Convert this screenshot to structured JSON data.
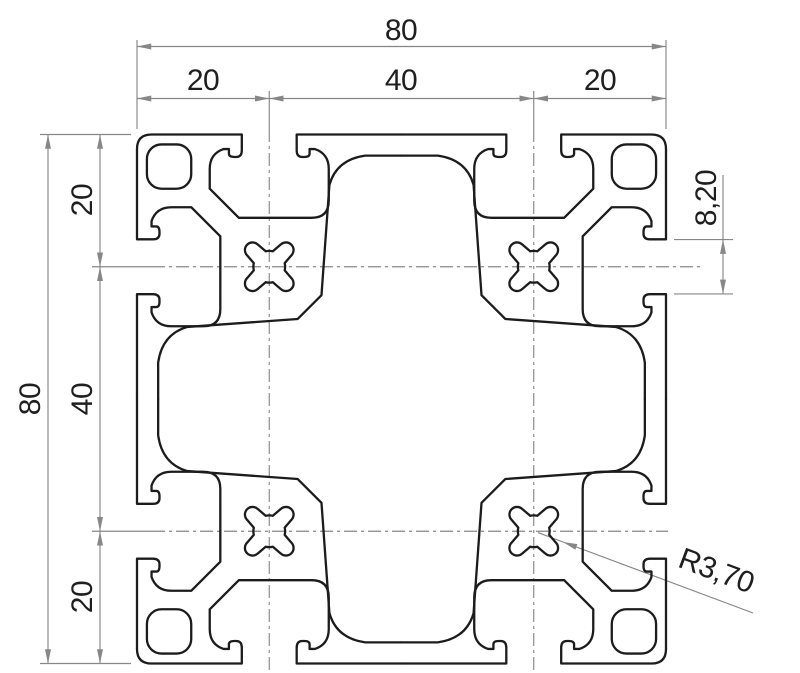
{
  "drawing": {
    "title": "aluminium-profile-cross-section-80x80",
    "dimensions": {
      "overall_width": "80",
      "overall_height": "80",
      "top_segments": [
        "20",
        "40",
        "20"
      ],
      "left_segments": [
        "20",
        "40",
        "20"
      ],
      "slot_opening": "8,20",
      "core_bore_radius": "R3,70"
    },
    "colors": {
      "profile_outline": "#1c1c1c",
      "dimension_lines": "#878787",
      "dimension_text": "#1f1f1f",
      "background": "#ffffff"
    }
  }
}
